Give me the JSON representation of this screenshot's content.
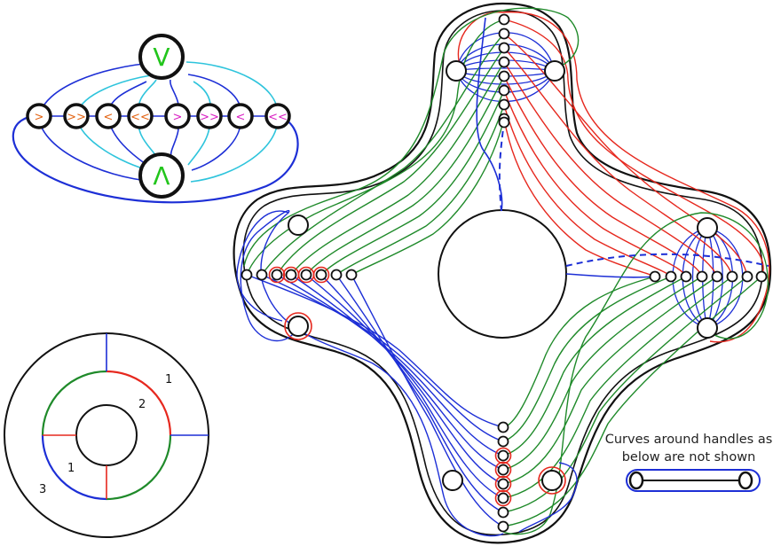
{
  "colors": {
    "blue": "#1d2fd6",
    "cyan": "#2ec4dc",
    "green": "#1f8a2a",
    "red": "#e6281e",
    "orange": "#e36414",
    "magenta": "#d91ec3",
    "lime": "#22c51c",
    "black": "#111111"
  },
  "top_left_graph": {
    "top_vertex_label": "V",
    "bottom_vertex_label": "Λ",
    "row_labels": [
      ">",
      ">>",
      "<",
      "<<",
      ">",
      ">>",
      "<",
      "<<"
    ],
    "row_label_colors": [
      "orange",
      "orange",
      "orange",
      "orange",
      "magenta",
      "magenta",
      "magenta",
      "magenta"
    ]
  },
  "annulus": {
    "labels": [
      "1",
      "2",
      "1",
      "3"
    ]
  },
  "legend": {
    "caption_line1": "Curves around handles as",
    "caption_line2": "below are not shown"
  }
}
